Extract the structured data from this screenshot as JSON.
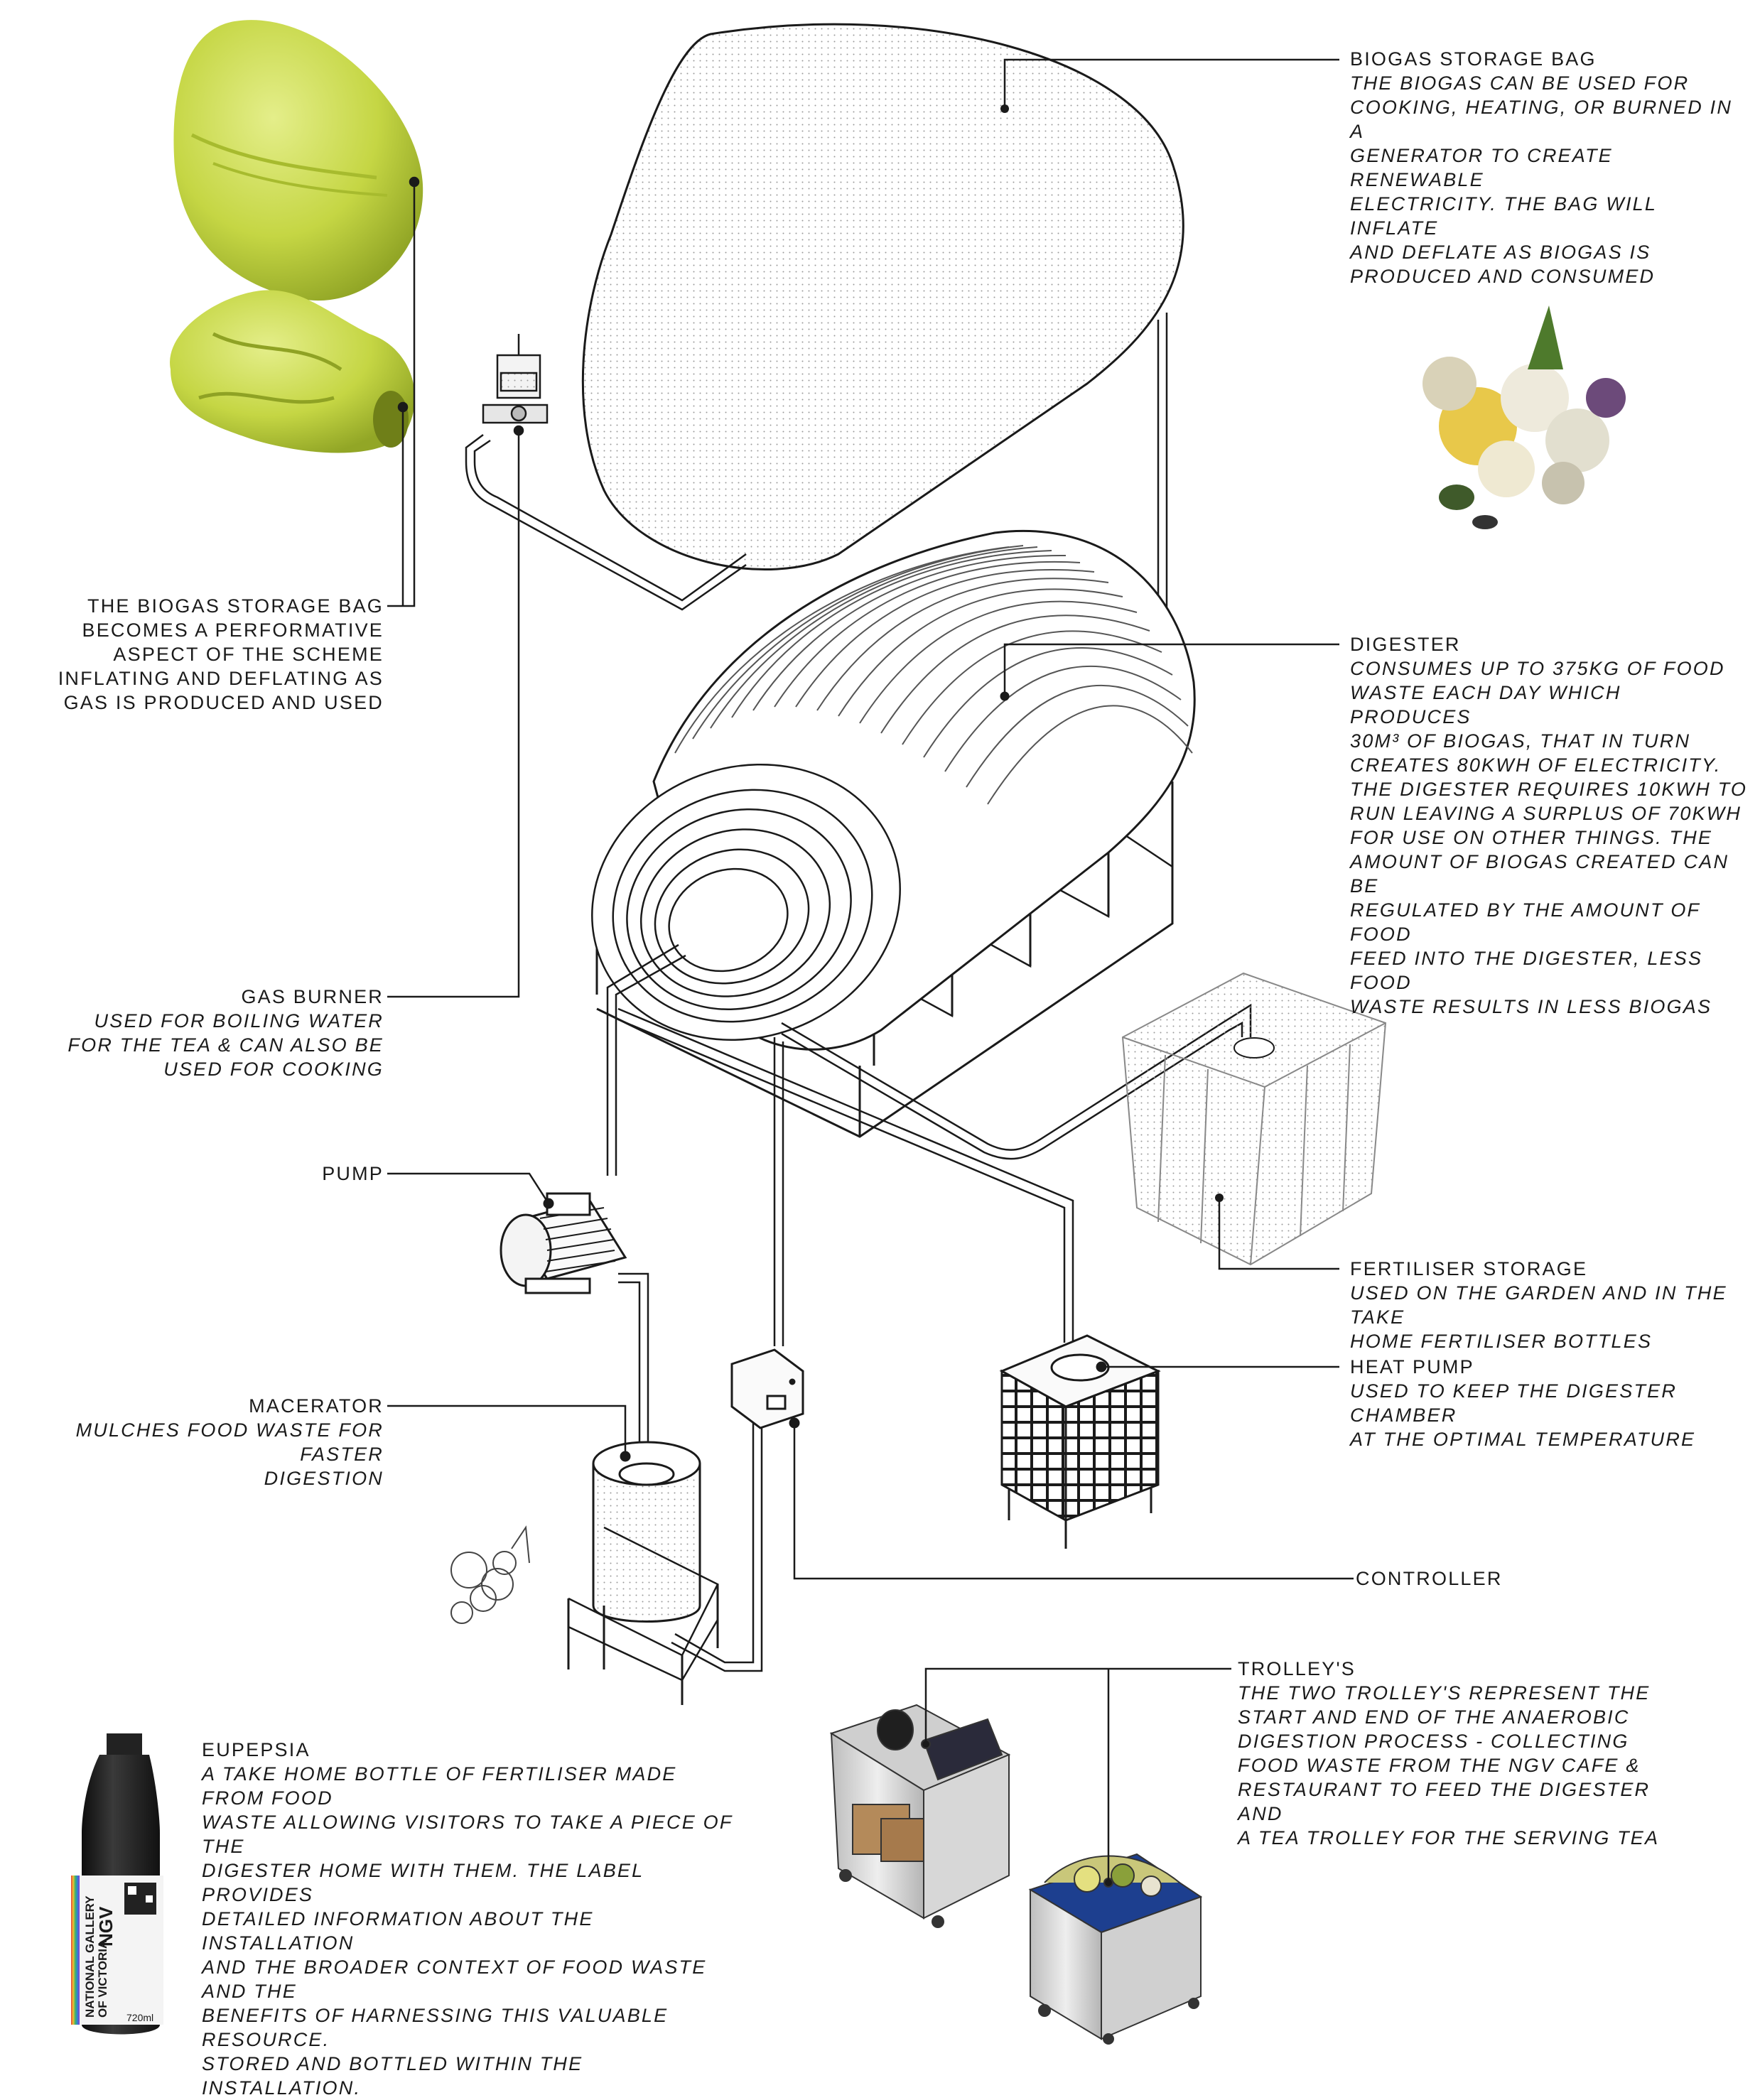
{
  "labels": {
    "biogas_bag": {
      "title": "BIOGAS STORAGE BAG",
      "desc": "THE BIOGAS CAN BE USED FOR\nCOOKING, HEATING, OR BURNED IN A\nGENERATOR TO CREATE RENEWABLE\nELECTRICITY. THE BAG WILL INFLATE\nAND DEFLATE AS BIOGAS IS\nPRODUCED AND CONSUMED"
    },
    "performative": {
      "title": "THE BIOGAS STORAGE BAG\nBECOMES A PERFORMATIVE\nASPECT OF THE SCHEME\nINFLATING AND DEFLATING AS\nGAS IS PRODUCED AND USED"
    },
    "digester": {
      "title": "DIGESTER",
      "desc": "CONSUMES UP TO 375KG OF FOOD\nWASTE EACH DAY WHICH PRODUCES\n30m³ OF BIOGAS, THAT IN TURN\nCREATES 80KWH OF ELECTRICITY.\nTHE DIGESTER REQUIRES 10KWH TO\nRUN LEAVING A SURPLUS OF 70KWH\nFOR USE ON OTHER THINGS. THE\nAMOUNT OF BIOGAS CREATED CAN BE\nREGULATED BY THE AMOUNT OF FOOD\nFEED INTO THE DIGESTER, LESS FOOD\nWASTE RESULTS IN LESS BIOGAS"
    },
    "gas_burner": {
      "title": "GAS BURNER",
      "desc": "USED FOR BOILING WATER\nFOR THE TEA & CAN ALSO BE\nUSED FOR COOKING"
    },
    "pump": {
      "title": "PUMP"
    },
    "fertiliser": {
      "title": "FERTILISER STORAGE",
      "desc": "USED ON THE GARDEN AND IN THE TAKE\nHOME FERTILISER BOTTLES"
    },
    "heat_pump": {
      "title": "HEAT PUMP",
      "desc": "USED TO KEEP THE DIGESTER CHAMBER\nAT THE OPTIMAL TEMPERATURE"
    },
    "macerator": {
      "title": "MACERATOR",
      "desc": "MULCHES FOOD WASTE FOR FASTER\nDIGESTION"
    },
    "controller": {
      "title": "CONTROLLER"
    },
    "trolleys": {
      "title": "TROLLEY'S",
      "desc": "THE TWO TROLLEY'S REPRESENT THE\nSTART AND END OF THE ANAEROBIC\nDIGESTION PROCESS - COLLECTING\nFOOD WASTE FROM THE NGV CAFE &\nRESTAURANT TO FEED THE DIGESTER AND\nA TEA TROLLEY FOR THE SERVING TEA"
    },
    "eupepsia": {
      "title": "EUPEPSIA",
      "desc": "A TAKE HOME BOTTLE OF FERTILISER MADE FROM FOOD\nWASTE ALLOWING VISITORS TO TAKE A PIECE OF THE\nDIGESTER HOME WITH THEM. THE LABEL PROVIDES\nDETAILED INFORMATION ABOUT THE INSTALLATION\nAND THE BROADER CONTEXT OF FOOD WASTE AND THE\nBENEFITS OF HARNESSING THIS VALUABLE RESOURCE.\nSTORED AND BOTTLED WITHIN THE INSTALLATION."
    }
  },
  "bottle": {
    "brand": "NGV",
    "label_line1": "NATIONAL GALLERY",
    "label_line2": "OF VICTORIA",
    "volume": "720ml"
  },
  "colors": {
    "line": "#1a1a1a",
    "bag_green": "#c9d94a",
    "bag_green_dark": "#8fa224",
    "bottle": "#1c1c1c",
    "steel": "#d9d9d9"
  }
}
